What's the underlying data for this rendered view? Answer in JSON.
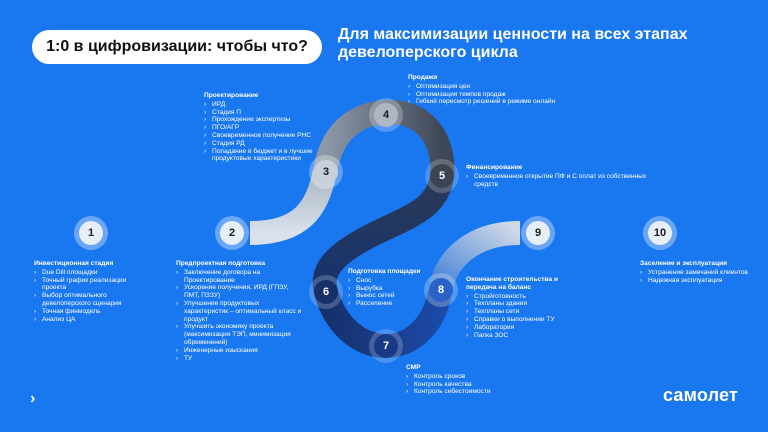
{
  "title": "1:0 в цифровизации: чтобы что?",
  "subtitle": "Для максимизации ценности на всех этапах девелоперского цикла",
  "logo": "самолет",
  "nav_icon": "chevron-right-icon",
  "colors": {
    "background": "#1977f0",
    "track_light": "#cfd9e6",
    "track_mid": "#9aa6b4",
    "track_dark": "#4a5566",
    "track_navy": "#17356e",
    "track_deep": "#123a85"
  },
  "nodes": [
    {
      "num": "1"
    },
    {
      "num": "2"
    },
    {
      "num": "3"
    },
    {
      "num": "4"
    },
    {
      "num": "5"
    },
    {
      "num": "6"
    },
    {
      "num": "7"
    },
    {
      "num": "8"
    },
    {
      "num": "9"
    },
    {
      "num": "10"
    }
  ],
  "stages": {
    "investment": {
      "header": "Инвестиционная стадия",
      "items": [
        "Due Dill площадки",
        "Точный график реализации проекта",
        "Выбор оптимального девелоперского сценария",
        "Точная финмодель",
        "Анализ ЦА"
      ]
    },
    "pre_project": {
      "header": "Предпроектная подготовка",
      "items": [
        "Заключение договора на Проектирование",
        "Ускорение получения, ИРД (ГПЗУ, ПМТ, ПЗЗУ)",
        "Улучшение продуктовых характеристик – оптимальный класс и продукт",
        "Улучшить экономику проекта (максимизация ТЭП, минимизация обременений)",
        "Инженерные изыскания",
        "ТУ"
      ]
    },
    "design": {
      "header": "Проектирование",
      "items": [
        "ИРД",
        "Стадия П",
        "Прохождение экспертизы",
        "ПГО/АГР",
        "Своевременное получение РНС",
        "Стадия РД",
        "Попадание в бюджет и в лучшие продуктовые характеристики"
      ]
    },
    "sales": {
      "header": "Продажи",
      "items": [
        "Оптимизация цен",
        "Оптимизация темпов продаж",
        "Гибкий пересмотр решений в режиме онлайн"
      ]
    },
    "financing": {
      "header": "Финансирование",
      "items": [
        "Своевременное открытие ПФ и С оплат из собственных средств"
      ]
    },
    "site_prep": {
      "header": "Подготовка площадки",
      "items": [
        "Снос",
        "Вырубка",
        "Вынос сетей",
        "Расселение"
      ]
    },
    "construction": {
      "header": "СМР",
      "items": [
        "Контроль сроков",
        "Контроль качества",
        "Контроль себестоимости"
      ]
    },
    "completion": {
      "header": "Окончание строительства и передача на баланс",
      "items": [
        "Стройготовность",
        "Техпланы здания",
        "Техпланы сети",
        "Справки о выполнении ТУ",
        "Лаборатория",
        "Папка ЗОС"
      ]
    },
    "operation": {
      "header": "Заселение и эксплуатация",
      "items": [
        "Устранение замечаний клиентов",
        "Надежная эксплуатация"
      ]
    }
  }
}
